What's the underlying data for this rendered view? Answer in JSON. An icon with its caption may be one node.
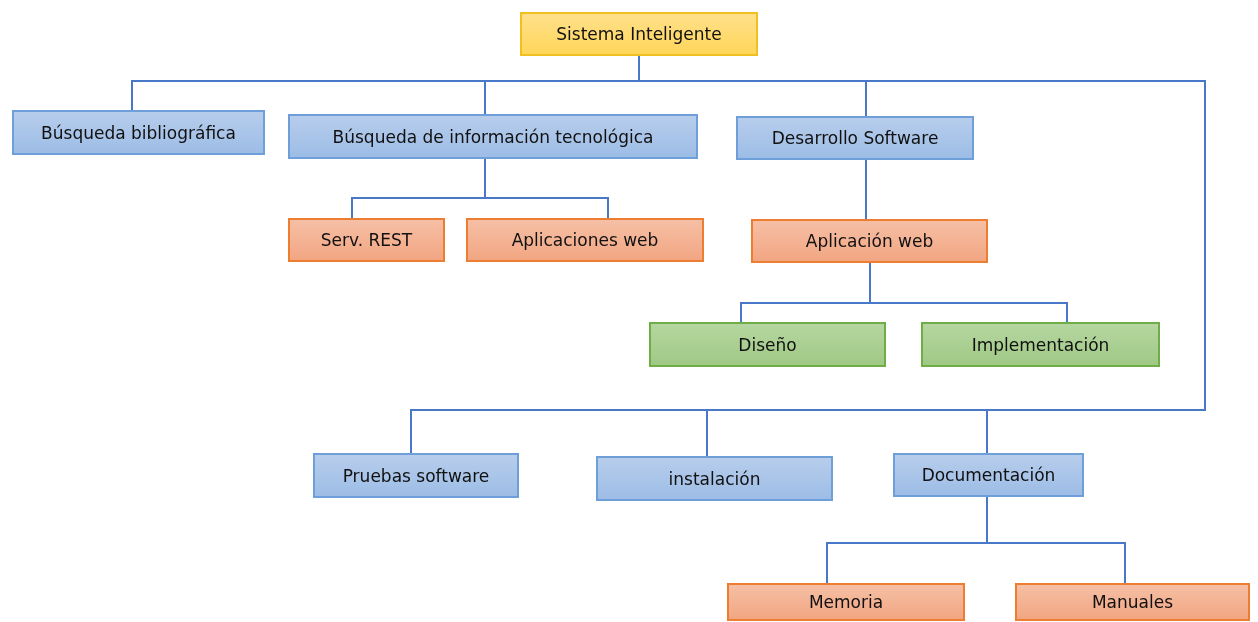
{
  "diagram": {
    "nodes": [
      {
        "text": [
          "Sistema Inteligente"
        ]
      },
      {
        "text": [
          "Búsqueda bibliográfica"
        ]
      },
      {
        "text": [
          "Búsqueda de información tecnológica"
        ]
      },
      {
        "text": [
          "Desarrollo Software"
        ]
      },
      {
        "text": [
          "Serv. REST"
        ]
      },
      {
        "text": [
          "Aplicaciones web"
        ]
      },
      {
        "text": [
          "Aplicación web"
        ]
      },
      {
        "text": [
          "Diseño"
        ]
      },
      {
        "text": [
          "Implementación"
        ]
      },
      {
        "text": [
          "Pruebas software"
        ]
      },
      {
        "text": [
          "instalación"
        ]
      },
      {
        "text": [
          "Documentación"
        ]
      },
      {
        "text": [
          "Memoria"
        ]
      },
      {
        "text": [
          "Manuales"
        ]
      }
    ],
    "edges": [
      {
        "from": 0,
        "to": 1,
        "arrow": "none"
      },
      {
        "from": 0,
        "to": 2,
        "arrow": "none"
      },
      {
        "from": 0,
        "to": 3,
        "arrow": "none"
      },
      {
        "from": 2,
        "to": 4,
        "arrow": "none"
      },
      {
        "from": 2,
        "to": 5,
        "arrow": "none"
      },
      {
        "from": 3,
        "to": 6,
        "arrow": "none"
      },
      {
        "from": 6,
        "to": 7,
        "arrow": "none"
      },
      {
        "from": 6,
        "to": 8,
        "arrow": "none"
      },
      {
        "from": 0,
        "to": 9,
        "arrow": "none"
      },
      {
        "from": 0,
        "to": 10,
        "arrow": "none"
      },
      {
        "from": 0,
        "to": 11,
        "arrow": "none"
      },
      {
        "from": 11,
        "to": 12,
        "arrow": "none"
      },
      {
        "from": 11,
        "to": 13,
        "arrow": "none"
      }
    ]
  }
}
